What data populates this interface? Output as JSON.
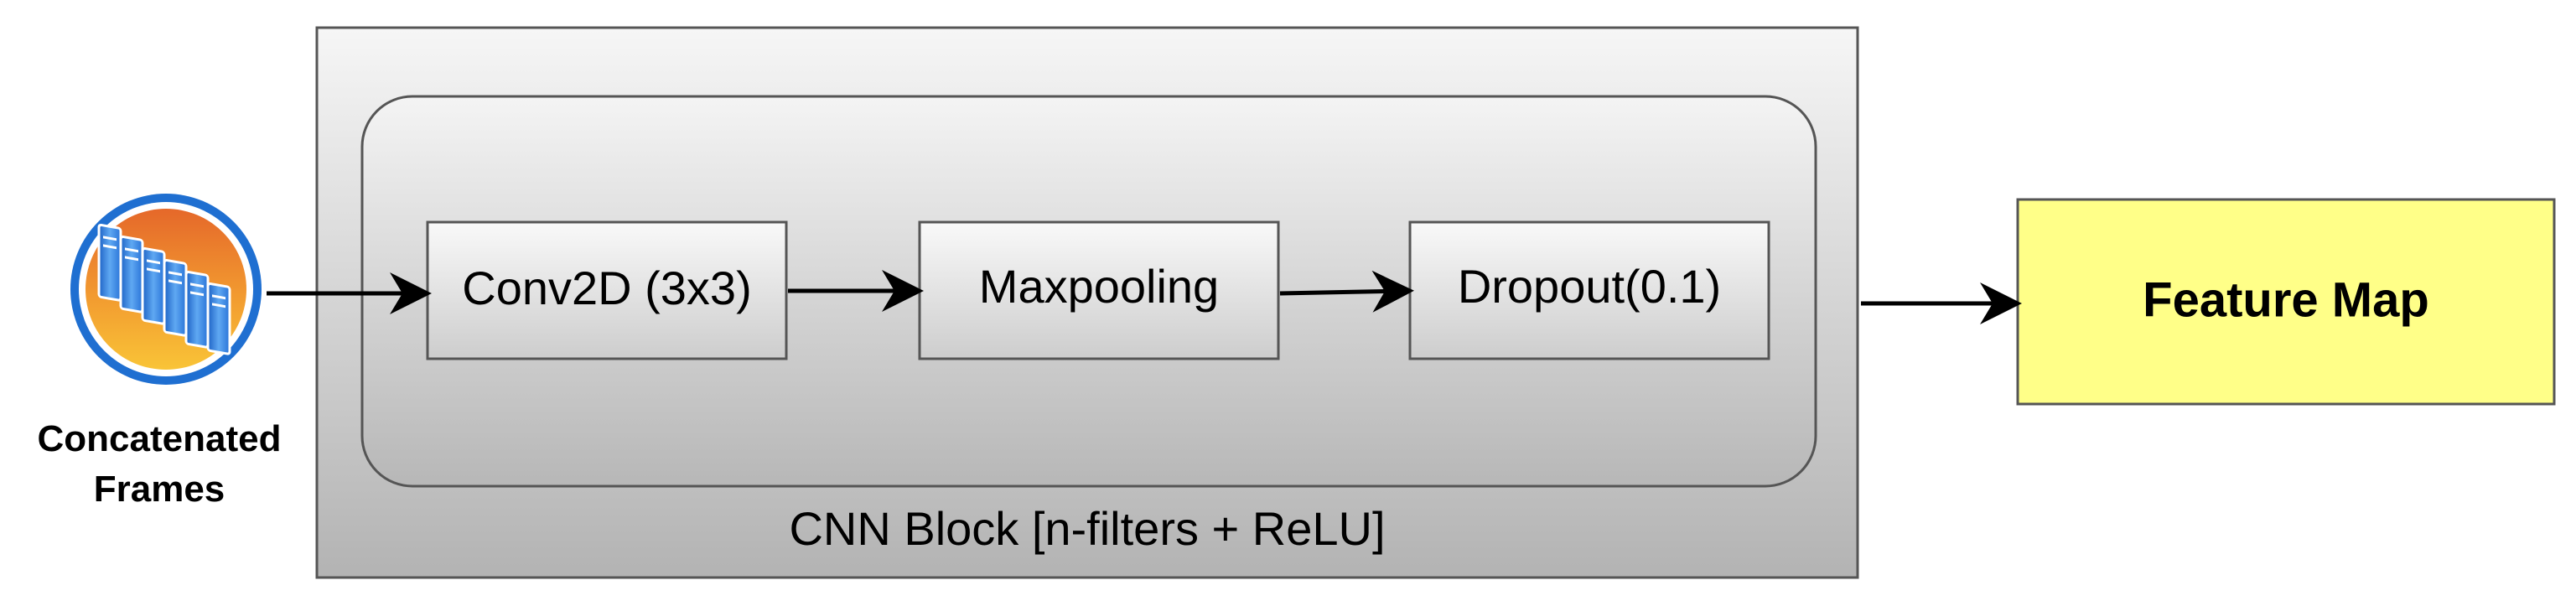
{
  "input": {
    "label_line1": "Concatenated",
    "label_line2": "Frames",
    "icon": "server-rack-stack-icon"
  },
  "cnn_block": {
    "label": "CNN Block [n-filters + ReLU]",
    "layers": [
      {
        "label": "Conv2D (3x3)"
      },
      {
        "label": "Maxpooling"
      },
      {
        "label": "Dropout(0.1)"
      }
    ]
  },
  "output": {
    "label": "Feature Map"
  },
  "colors": {
    "output_fill": "#FFFF88",
    "box_border": "#666666",
    "icon_orange_top": "#E8742A",
    "icon_orange_bottom": "#F8B833",
    "icon_ring": "#1F6FD1",
    "server_blue": "#2C7FE0"
  }
}
